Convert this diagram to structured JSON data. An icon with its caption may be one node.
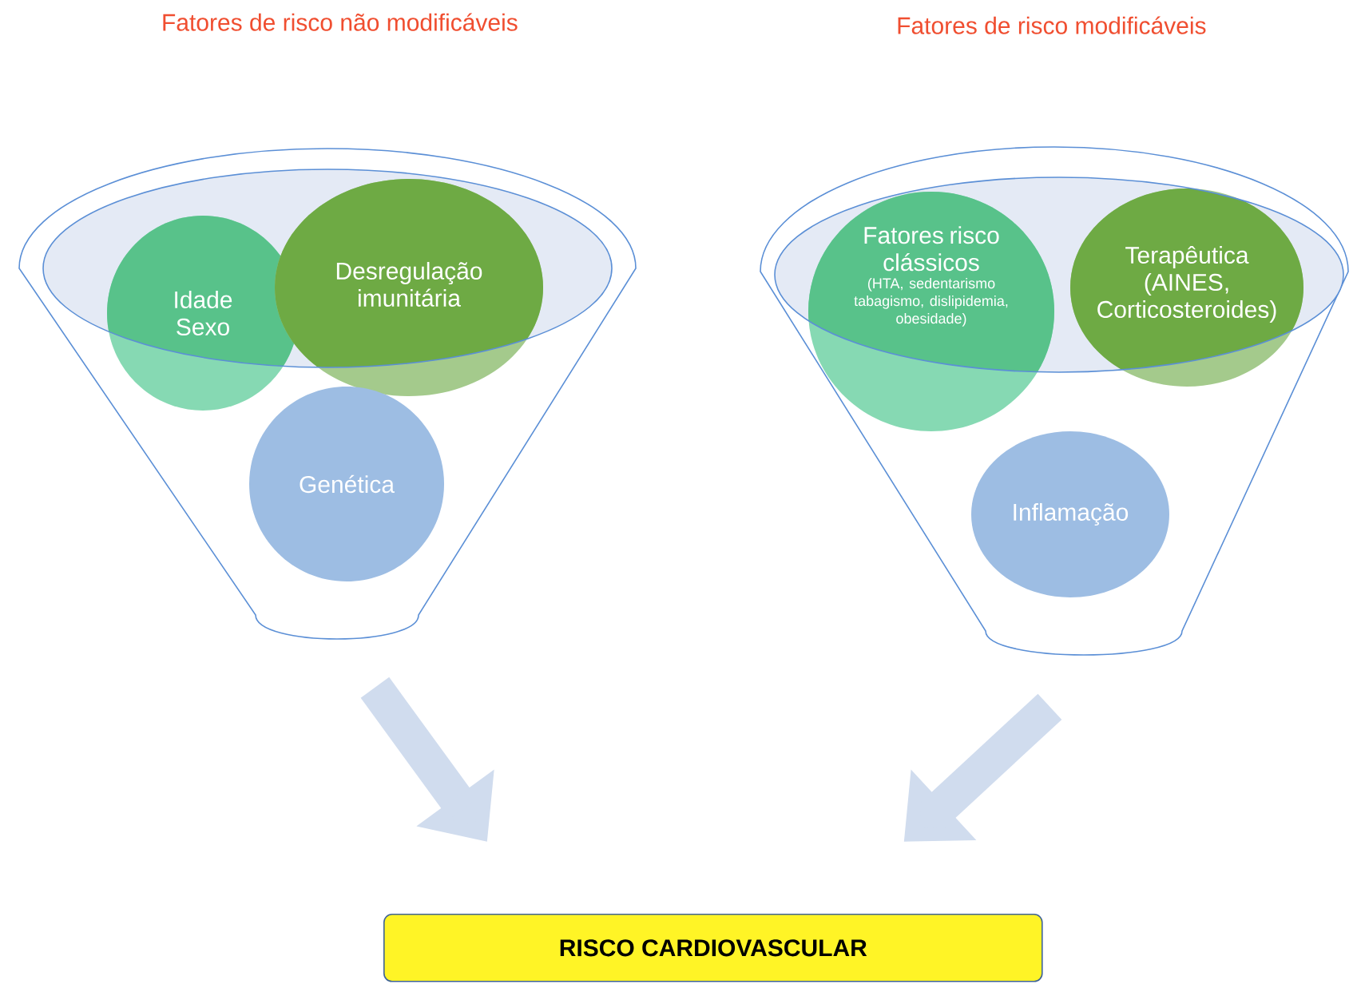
{
  "diagram": {
    "nodes": [
      {
        "text": [
          "Fatores de risco não modificáveis"
        ]
      },
      {
        "text": [
          "Idade",
          "Sexo"
        ],
        "in": 0
      },
      {
        "text": [
          "Desregulação imunitária"
        ],
        "in": 0
      },
      {
        "text": [
          "Genética"
        ],
        "in": 0
      },
      {
        "text": [
          "Fatores de risco modificáveis"
        ]
      },
      {
        "text": [
          "Fatores risco clássicos",
          "(HTA, sedentarismo tabagismo, dislipidemia, obesidade)"
        ],
        "in": 4
      },
      {
        "text": [
          "Terapêutica",
          "(AINES, Corticosteroides)"
        ],
        "in": 4
      },
      {
        "text": [
          "Inflamação"
        ],
        "in": 4
      },
      {
        "text": [
          "RISCO CARDIOVASCULAR"
        ]
      }
    ],
    "edges": [
      {
        "from": 0,
        "to": 8,
        "arrow": "to"
      },
      {
        "from": 4,
        "to": 8,
        "arrow": "to"
      }
    ]
  }
}
